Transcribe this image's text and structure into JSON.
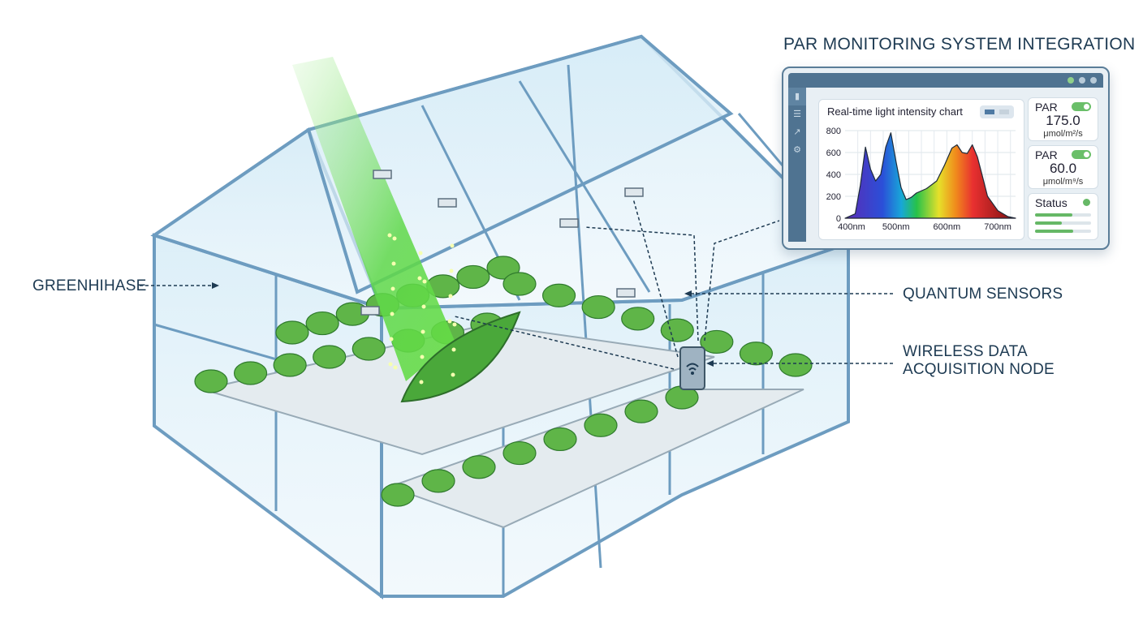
{
  "labels": {
    "greenhouse": "GREENHIHASE",
    "quantum_sensors": "QUANTUM SENSORS",
    "node_line1": "WIRELESS DATA",
    "node_line2": "ACQUISITION NODE"
  },
  "panel": {
    "title": "PAR MONITORING SYSTEM INTEGRATION",
    "sidebar_icons": [
      "bar-chart-icon",
      "list-icon",
      "line-chart-icon",
      "settings-icon"
    ],
    "chart_title": "Real-time light intensity chart",
    "cards": [
      {
        "label": "PAR",
        "value": "175.0",
        "unit": "μmol/m²/s",
        "toggle_on": true
      },
      {
        "label": "PAR",
        "value": "60.0",
        "unit": "μmol/m⁹/s",
        "toggle_on": true
      }
    ],
    "status": {
      "label": "Status",
      "color": "#66b866",
      "bars": [
        0.66,
        0.48,
        0.68
      ]
    }
  },
  "chart_data": {
    "type": "area",
    "title": "Real-time light intensity chart",
    "xlabel": "",
    "ylabel": "",
    "xlim": [
      400,
      735
    ],
    "ylim": [
      0,
      800
    ],
    "x_ticks": [
      "400nm",
      "500nm",
      "600nm",
      "700nm"
    ],
    "y_ticks": [
      "0",
      "200",
      "400",
      "600",
      "800"
    ],
    "grid": true,
    "x": [
      400,
      420,
      430,
      440,
      450,
      460,
      470,
      480,
      490,
      500,
      510,
      520,
      530,
      540,
      560,
      580,
      595,
      610,
      620,
      630,
      640,
      650,
      660,
      670,
      680,
      700,
      720,
      735
    ],
    "values": [
      0,
      40,
      300,
      650,
      450,
      340,
      400,
      650,
      780,
      520,
      280,
      170,
      190,
      230,
      270,
      340,
      480,
      640,
      670,
      600,
      590,
      670,
      560,
      380,
      200,
      70,
      15,
      0
    ]
  }
}
